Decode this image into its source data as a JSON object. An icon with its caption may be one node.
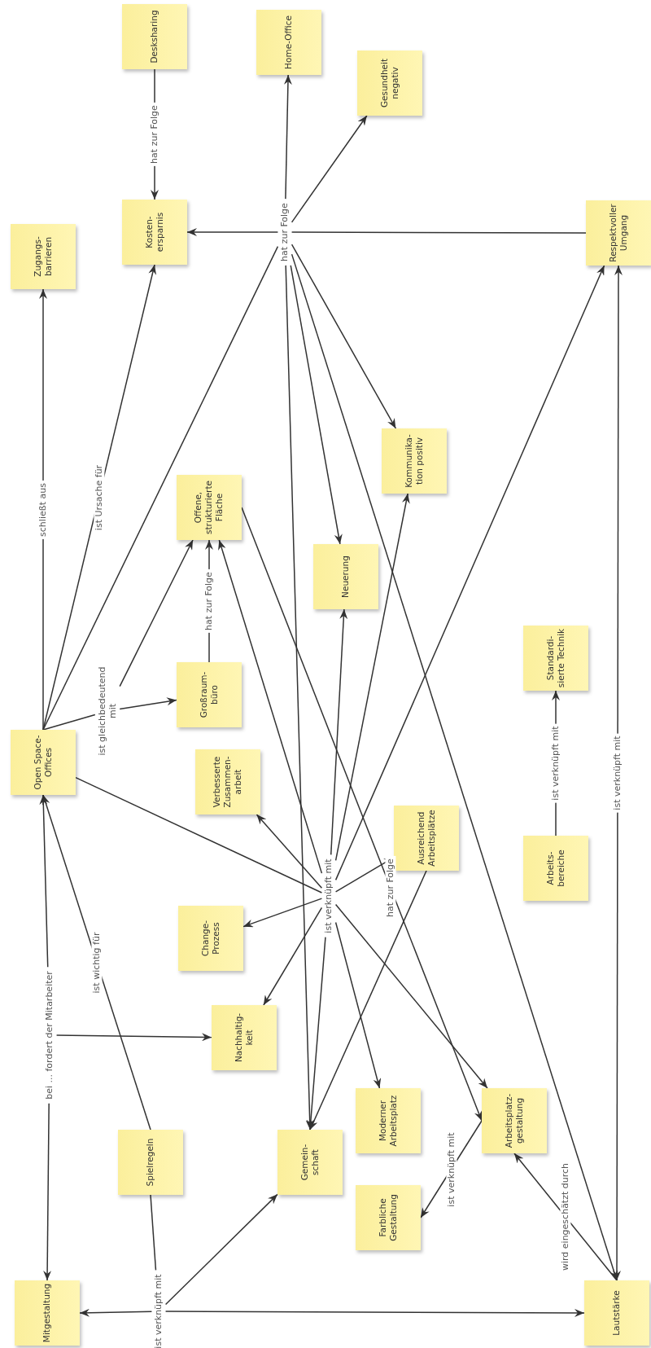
{
  "diagram": {
    "nodes": [
      {
        "text": [
          "Desksharing"
        ]
      },
      {
        "text": [
          "Home-Office"
        ]
      },
      {
        "text": [
          "Gesundheit negativ"
        ]
      },
      {
        "text": [
          "Zugangs- barrieren"
        ]
      },
      {
        "text": [
          "Kosten- ersparnis"
        ]
      },
      {
        "text": [
          "hat zur Folge"
        ]
      },
      {
        "text": [
          "Respektvoller Umgang"
        ]
      },
      {
        "text": [
          "Kommunika- tion positiv"
        ]
      },
      {
        "text": [
          "Offene, strukturierte Fläche"
        ]
      },
      {
        "text": [
          "Neuerung"
        ]
      },
      {
        "text": [
          "Standardi- sierte Technik"
        ]
      },
      {
        "text": [
          "Großraum- büro"
        ]
      },
      {
        "text": [
          "ist gleichbedeutend mit"
        ]
      },
      {
        "text": [
          "Open Space- Offices"
        ]
      },
      {
        "text": [
          "Verbesserte Zusammen- arbeit"
        ]
      },
      {
        "text": [
          "Ausreichend Arbeitsplätze"
        ]
      },
      {
        "text": [
          "Arbeits- bereiche"
        ]
      },
      {
        "text": [
          "ist verknüpft mit"
        ]
      },
      {
        "text": [
          "Change- Prozess"
        ]
      },
      {
        "text": [
          "bei ... fordert der Mitarbeiter"
        ]
      },
      {
        "text": [
          "Nachhaltig- keit"
        ]
      },
      {
        "text": [
          "Spielregeln"
        ]
      },
      {
        "text": [
          "Gemein- schaft"
        ]
      },
      {
        "text": [
          "Moderner Arbeitsplatz"
        ]
      },
      {
        "text": [
          "Arbeitsplatz- gestaltung"
        ]
      },
      {
        "text": [
          "Farbliche Gestaltung"
        ]
      },
      {
        "text": [
          "Mitgestaltung"
        ]
      },
      {
        "text": [
          "ist verknüpft mit"
        ]
      },
      {
        "text": [
          "Lautstärke"
        ]
      }
    ],
    "edges": [
      {
        "from": 0,
        "to": 4,
        "arrow": "to",
        "label": "hat zur Folge"
      },
      {
        "from": 13,
        "to": 5,
        "arrow": "none"
      },
      {
        "from": 6,
        "to": 5,
        "arrow": "none"
      },
      {
        "from": 5,
        "to": 4,
        "arrow": "to"
      },
      {
        "from": 5,
        "to": 1,
        "arrow": "to"
      },
      {
        "from": 5,
        "to": 2,
        "arrow": "to"
      },
      {
        "from": 5,
        "to": 7,
        "arrow": "to"
      },
      {
        "from": 5,
        "to": 9,
        "arrow": "to"
      },
      {
        "from": 5,
        "to": 22,
        "arrow": "to"
      },
      {
        "from": 5,
        "to": 28,
        "arrow": "to"
      },
      {
        "from": 13,
        "to": 3,
        "arrow": "to",
        "label": "schließt aus"
      },
      {
        "from": 13,
        "to": 4,
        "arrow": "to",
        "label": "ist Ursache für"
      },
      {
        "from": 13,
        "to": 12,
        "arrow": "none"
      },
      {
        "from": 12,
        "to": 11,
        "arrow": "to"
      },
      {
        "from": 12,
        "to": 8,
        "arrow": "to"
      },
      {
        "from": 11,
        "to": 8,
        "arrow": "to",
        "label": "hat zur Folge"
      },
      {
        "from": 13,
        "to": 17,
        "arrow": "none"
      },
      {
        "from": 17,
        "to": 14,
        "arrow": "to"
      },
      {
        "from": 17,
        "to": 8,
        "arrow": "to"
      },
      {
        "from": 17,
        "to": 9,
        "arrow": "to"
      },
      {
        "from": 17,
        "to": 7,
        "arrow": "to"
      },
      {
        "from": 17,
        "to": 6,
        "arrow": "to"
      },
      {
        "from": 17,
        "to": 15,
        "arrow": "to"
      },
      {
        "from": 17,
        "to": 18,
        "arrow": "to"
      },
      {
        "from": 17,
        "to": 20,
        "arrow": "to"
      },
      {
        "from": 17,
        "to": 22,
        "arrow": "to"
      },
      {
        "from": 17,
        "to": 23,
        "arrow": "to"
      },
      {
        "from": 17,
        "to": 24,
        "arrow": "to"
      },
      {
        "from": 8,
        "to": 24,
        "arrow": "to",
        "label": "hat zur Folge"
      },
      {
        "from": 15,
        "to": 22,
        "arrow": "to"
      },
      {
        "from": 16,
        "to": 10,
        "arrow": "to",
        "label": "ist verknüpft mit"
      },
      {
        "from": 19,
        "to": 13,
        "arrow": "to"
      },
      {
        "from": 19,
        "to": 20,
        "arrow": "to"
      },
      {
        "from": 19,
        "to": 26,
        "arrow": "to"
      },
      {
        "from": 21,
        "to": 13,
        "arrow": "to",
        "label": "ist wichtig für"
      },
      {
        "from": 21,
        "to": 27,
        "arrow": "none"
      },
      {
        "from": 27,
        "to": 26,
        "arrow": "to"
      },
      {
        "from": 27,
        "to": 22,
        "arrow": "to"
      },
      {
        "from": 27,
        "to": 28,
        "arrow": "to"
      },
      {
        "from": 28,
        "to": 6,
        "arrow": "both",
        "label": "ist verknüpft mit"
      },
      {
        "from": 28,
        "to": 24,
        "arrow": "to",
        "label": "wird eingeschätzt durch"
      },
      {
        "from": 24,
        "to": 25,
        "arrow": "to",
        "label": "ist verknüpft mit"
      }
    ]
  }
}
